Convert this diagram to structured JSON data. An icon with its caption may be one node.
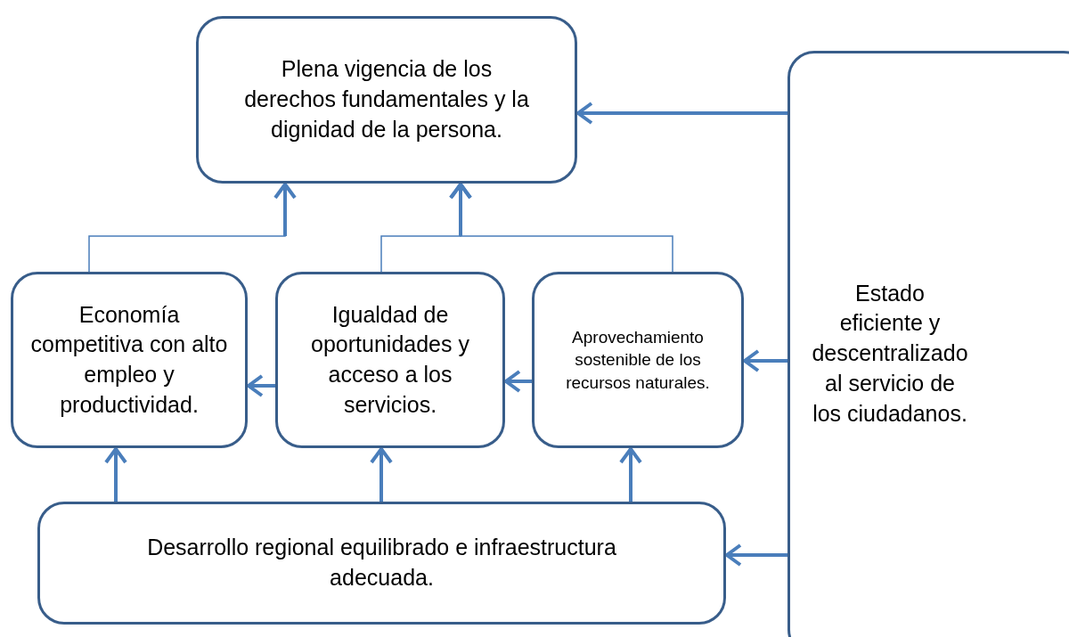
{
  "diagram": {
    "nodes": [
      {
        "text": [
          "Plena vigencia de los derechos fundamentales y la dignidad de la persona."
        ]
      },
      {
        "text": [
          "Economía competitiva con alto empleo y productividad."
        ]
      },
      {
        "text": [
          "Igualdad de oportunidades y acceso a los servicios."
        ]
      },
      {
        "text": [
          "Aprovechamiento sostenible de los recursos naturales."
        ]
      },
      {
        "text": [
          "Estado eficiente y descentralizado al servicio de los ciudadanos."
        ]
      },
      {
        "text": [
          "Desarrollo regional equilibrado e infraestructura adecuada."
        ]
      }
    ],
    "edges": [
      {
        "from": 1,
        "to": 0,
        "arrow": "to"
      },
      {
        "from": 2,
        "to": 0,
        "arrow": "to"
      },
      {
        "from": 3,
        "to": 0,
        "arrow": "to"
      },
      {
        "from": 4,
        "to": 0,
        "arrow": "to"
      },
      {
        "from": 4,
        "to": 3,
        "arrow": "to"
      },
      {
        "from": 4,
        "to": 5,
        "arrow": "to"
      },
      {
        "from": 3,
        "to": 2,
        "arrow": "to"
      },
      {
        "from": 2,
        "to": 1,
        "arrow": "to"
      },
      {
        "from": 5,
        "to": 1,
        "arrow": "to"
      },
      {
        "from": 5,
        "to": 2,
        "arrow": "to"
      },
      {
        "from": 5,
        "to": 3,
        "arrow": "to"
      }
    ]
  }
}
